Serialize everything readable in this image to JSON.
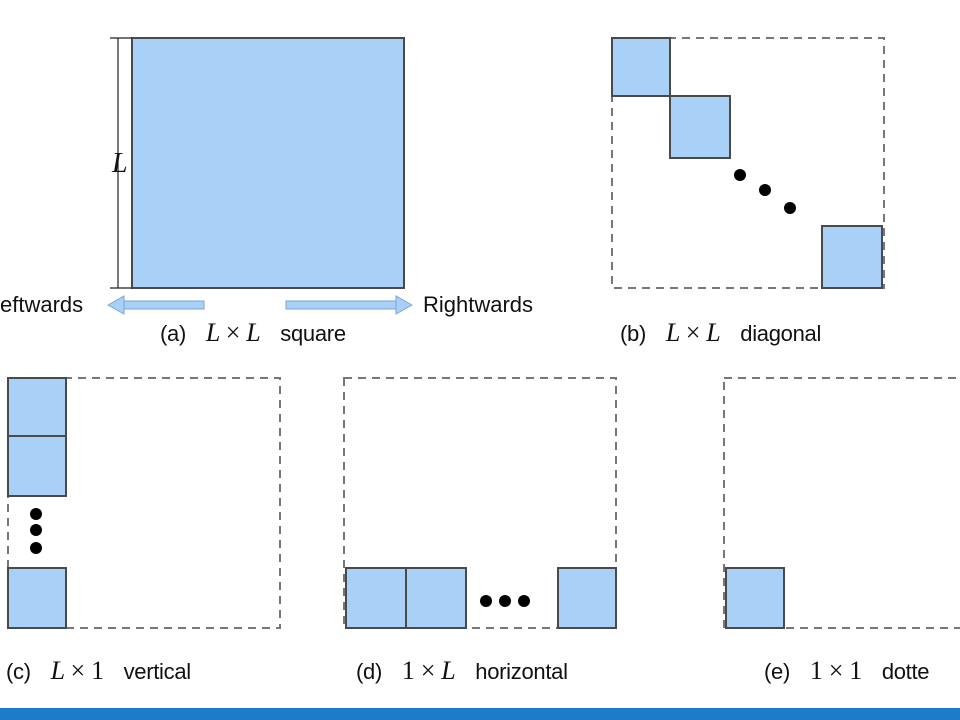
{
  "labels": {
    "leftwards": "eftwards",
    "rightwards": "Rightwards",
    "dimension": "L"
  },
  "panels": {
    "a": {
      "tag": "(a)",
      "lhs": "L",
      "op": "×",
      "rhs": "L",
      "word": "square"
    },
    "b": {
      "tag": "(b)",
      "lhs": "L",
      "op": "×",
      "rhs": "L",
      "word": "diagonal"
    },
    "c": {
      "tag": "(c)",
      "lhs": "L",
      "op": "×",
      "rhs": "1",
      "word": "vertical"
    },
    "d": {
      "tag": "(d)",
      "lhs": "1",
      "op": "×",
      "rhs": "L",
      "word": "horizontal"
    },
    "e": {
      "tag": "(e)",
      "lhs": "1",
      "op": "×",
      "rhs": "1",
      "word": "dotte"
    }
  },
  "colors": {
    "fill": "#a9d1f7",
    "stroke": "#4a4a4a",
    "dash": "#777777",
    "arrow": "#a9d1f7",
    "bar": "#1e7bc9"
  }
}
